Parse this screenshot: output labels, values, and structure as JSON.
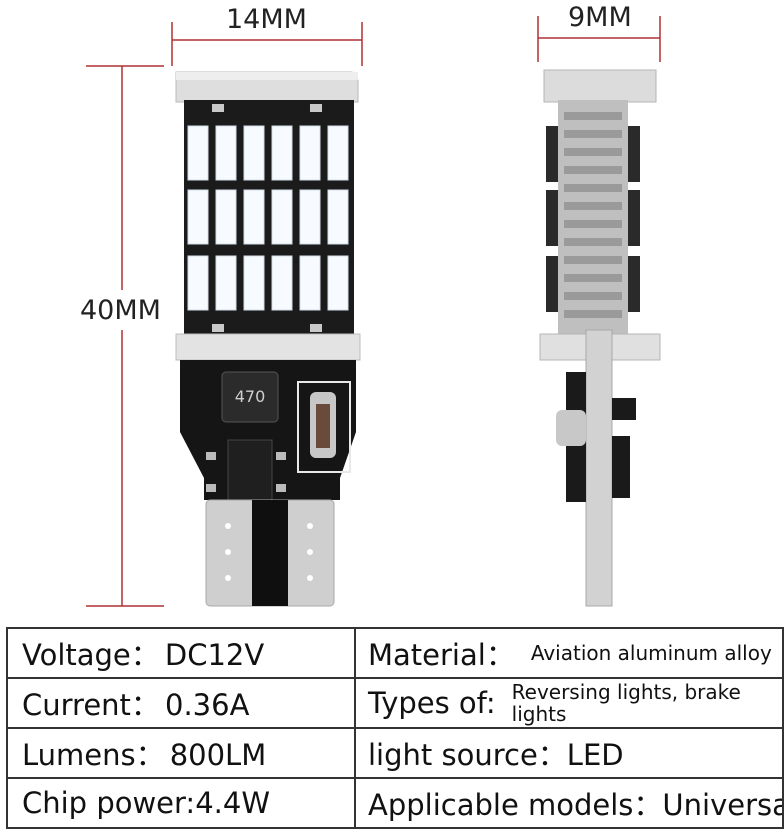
{
  "dimensions": {
    "width_label": "14MM",
    "depth_label": "9MM",
    "height_label": "40MM",
    "chip_marking": "470"
  },
  "colors": {
    "dimension_line": "#b03030",
    "pcb": "#1b1b1b",
    "led": "#f7fbff",
    "aluminum": "#d9d9d9"
  },
  "specs": [
    {
      "left_key": "Voltage：",
      "left_value": "DC12V",
      "right_key": "Material：",
      "right_value": "Aviation aluminum alloy"
    },
    {
      "left_key": "Current：",
      "left_value": "0.36A",
      "right_key": "Types of:",
      "right_value": "Reversing lights, brake lights"
    },
    {
      "left_key": "Lumens：",
      "left_value": "800LM",
      "right_key": "light source：",
      "right_value": "LED"
    },
    {
      "left_key": "Chip power:",
      "left_value": "4.4W",
      "right_key": "Applicable models：",
      "right_value": "Universal"
    }
  ]
}
